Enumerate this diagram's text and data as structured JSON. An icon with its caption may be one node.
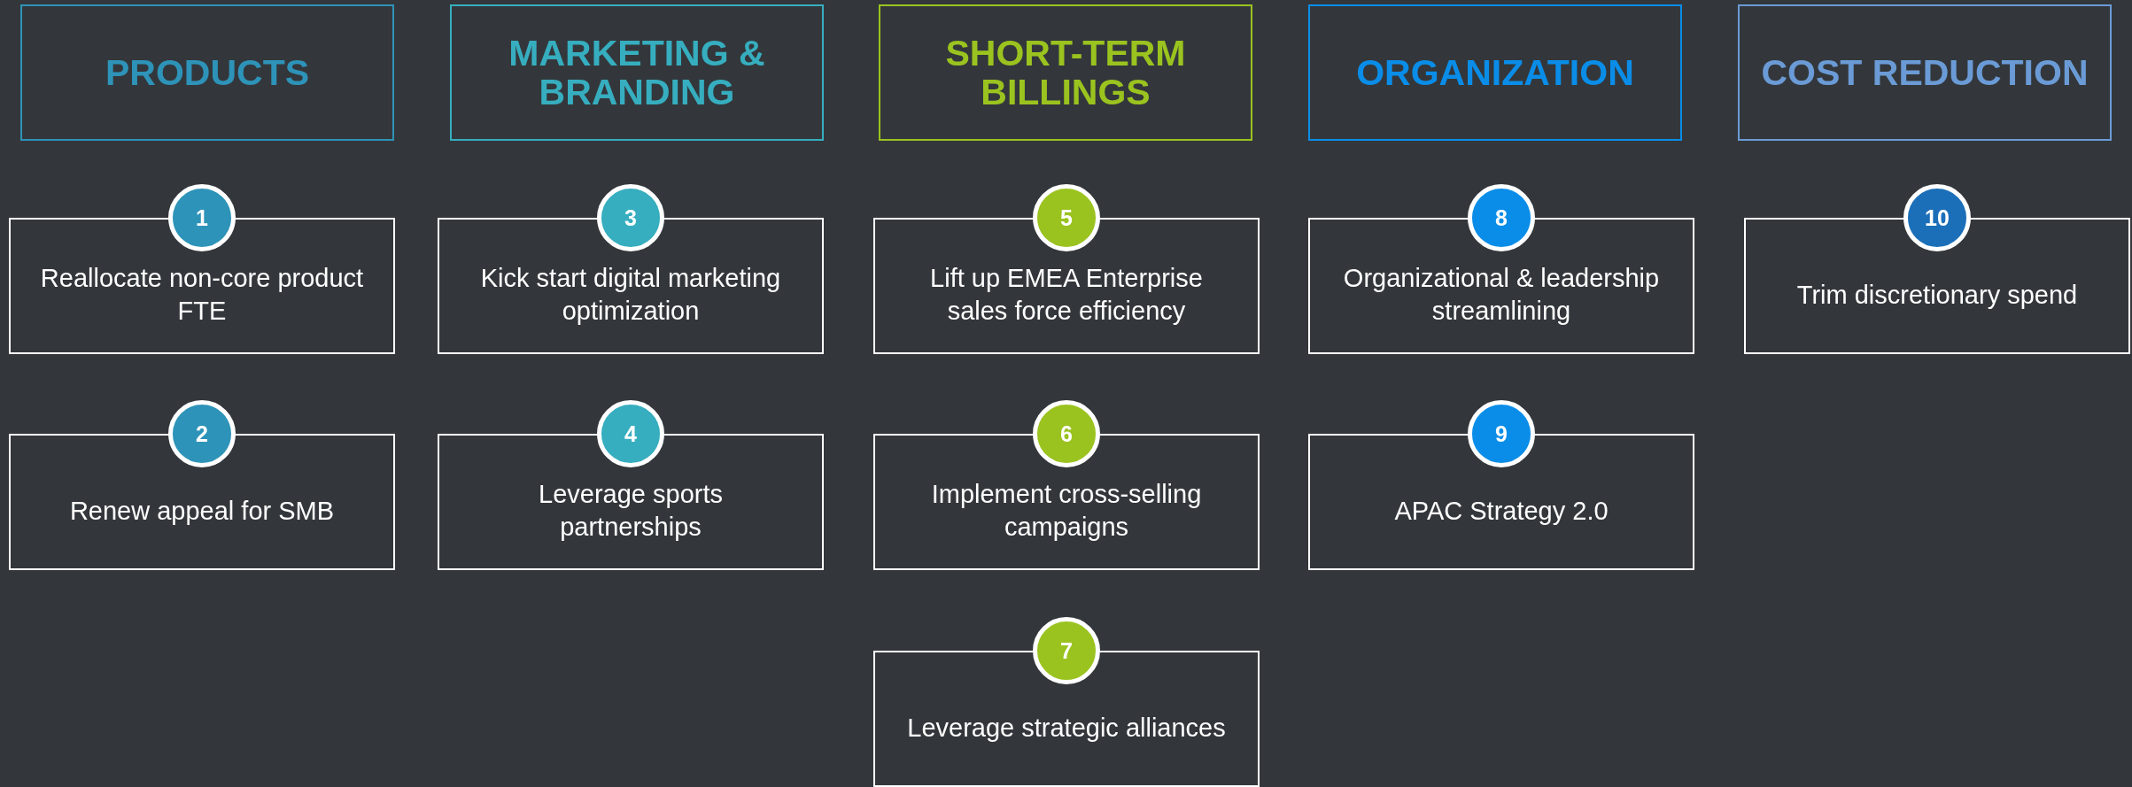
{
  "diagram": {
    "nodes": [
      {
        "text": [
          "PRODUCTS"
        ]
      },
      {
        "text": [
          "MARKETING & BRANDING"
        ]
      },
      {
        "text": [
          "SHORT-TERM BILLINGS"
        ]
      },
      {
        "text": [
          "ORGANIZATION"
        ]
      },
      {
        "text": [
          "COST REDUCTION"
        ]
      },
      {
        "text": [
          "1",
          "Reallocate non-core product FTE"
        ]
      },
      {
        "text": [
          "3",
          "Kick start digital marketing optimization"
        ]
      },
      {
        "text": [
          "5",
          "Lift up EMEA Enterprise sales force efficiency"
        ]
      },
      {
        "text": [
          "8",
          "Organizational & leadership streamlining"
        ]
      },
      {
        "text": [
          "10",
          "Trim discretionary spend"
        ]
      },
      {
        "text": [
          "2",
          "Renew appeal for SMB"
        ]
      },
      {
        "text": [
          "4",
          "Leverage sports partnerships"
        ]
      },
      {
        "text": [
          "6",
          "Implement cross-selling campaigns"
        ]
      },
      {
        "text": [
          "9",
          "APAC Strategy 2.0"
        ]
      },
      {
        "text": [
          "7",
          "Leverage strategic alliances"
        ]
      }
    ]
  }
}
